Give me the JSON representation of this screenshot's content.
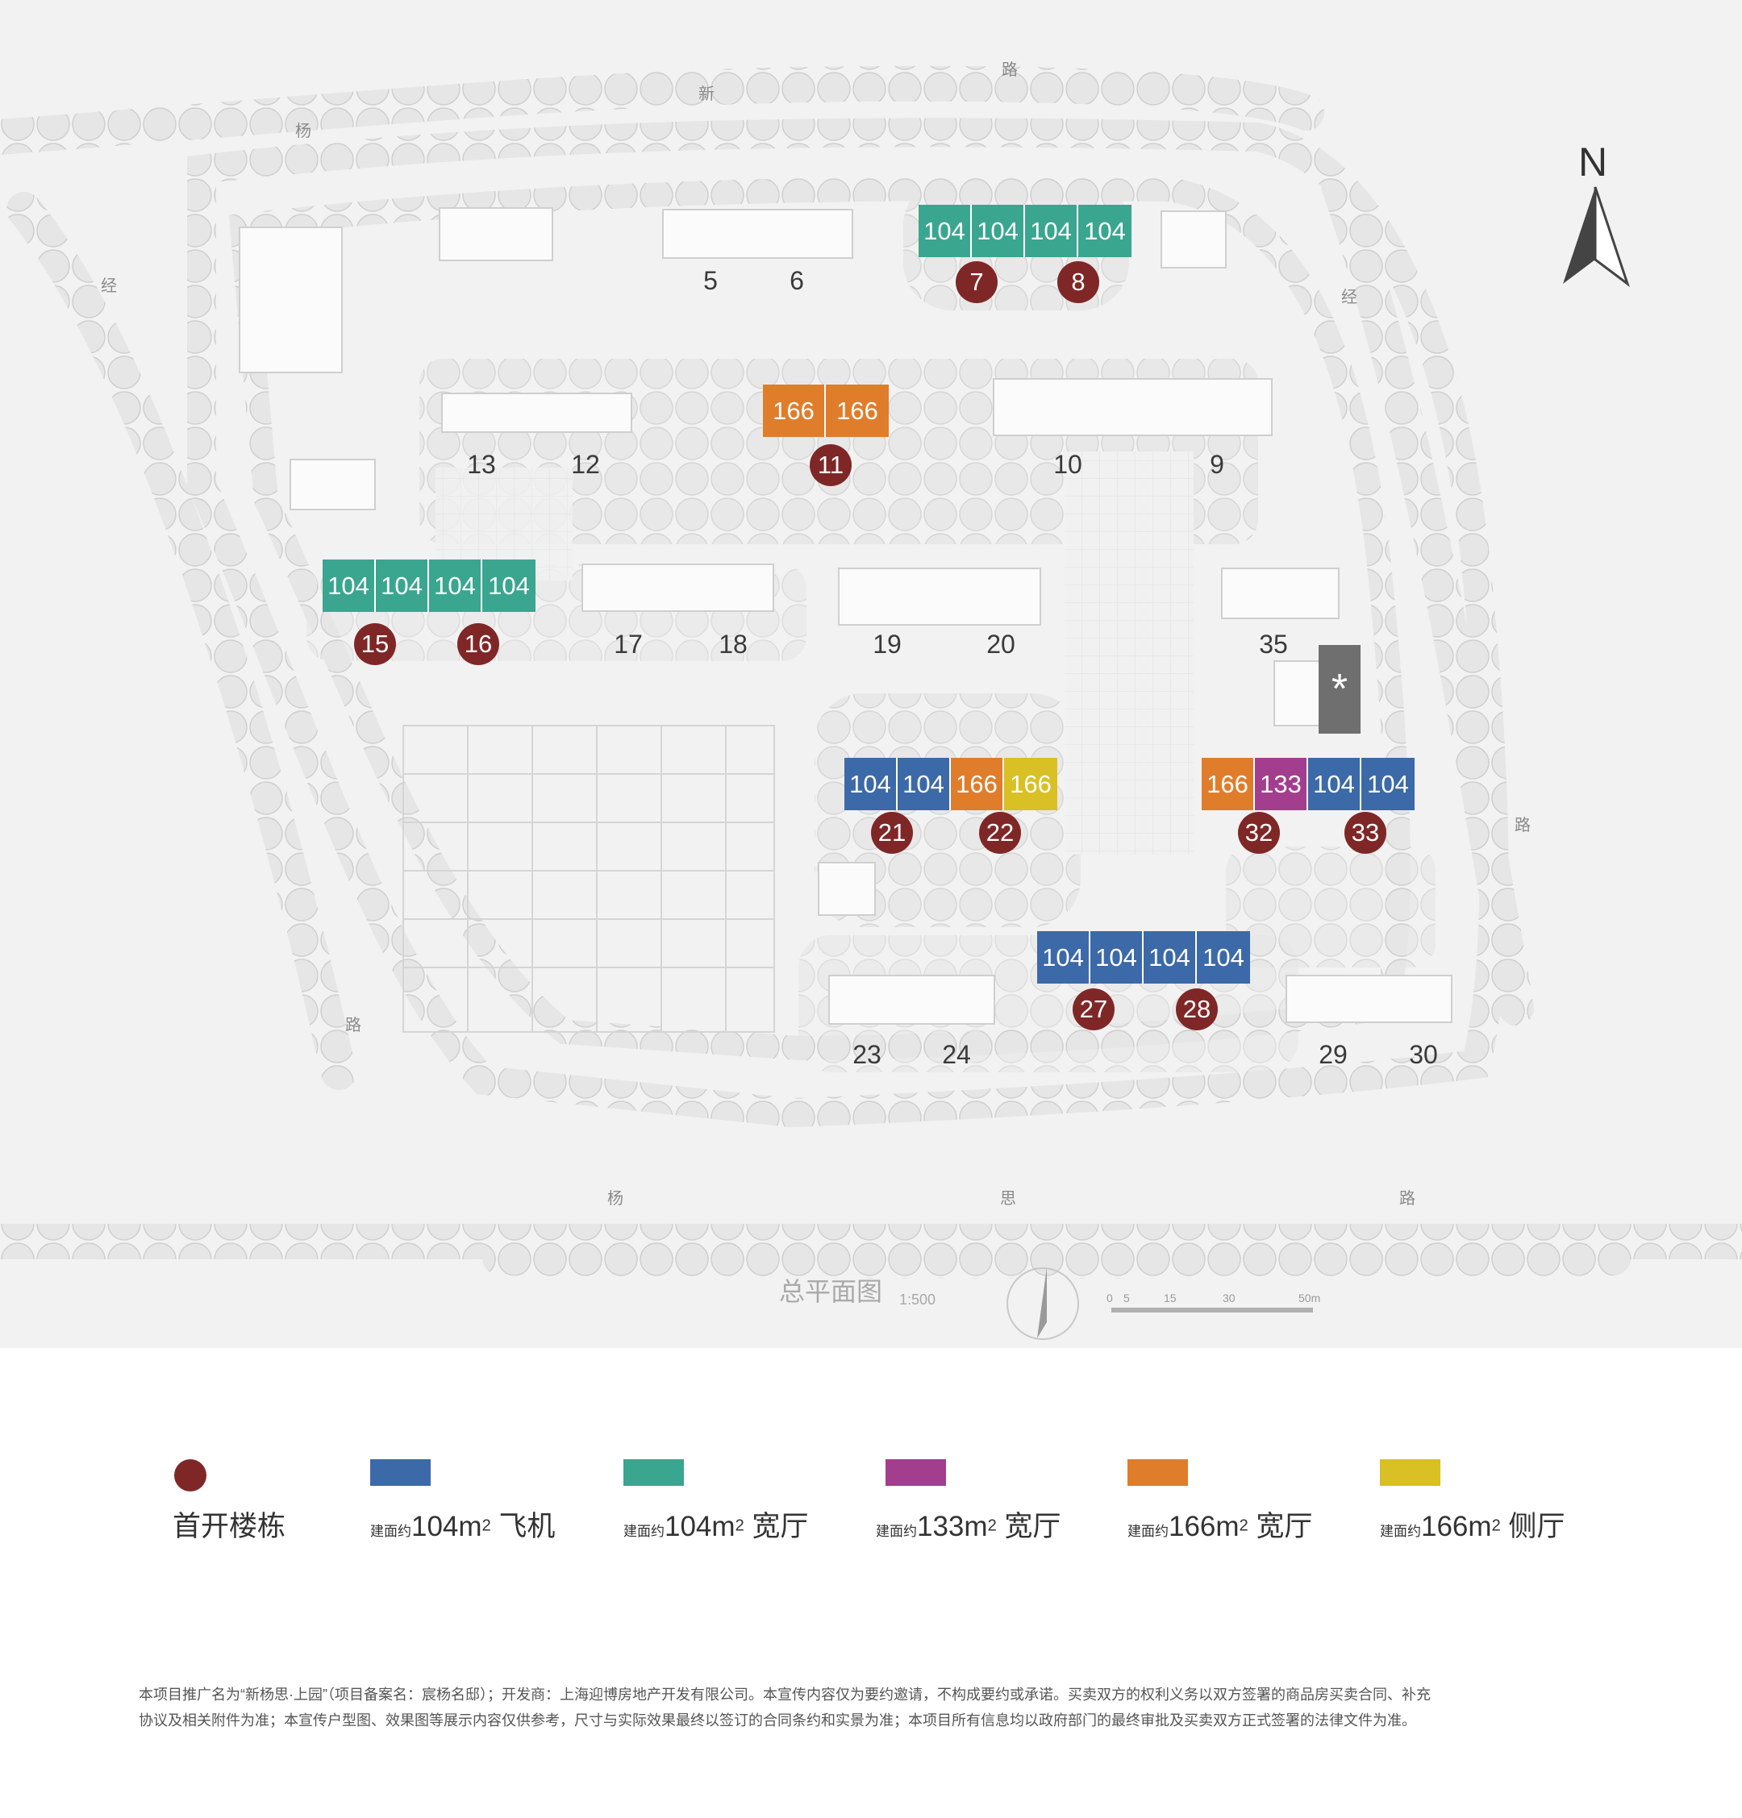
{
  "colors": {
    "first_open": "#7f2727",
    "plane_104": "#3c69a8",
    "wide_104": "#3aa68f",
    "wide_133": "#a33d8d",
    "wide_166": "#e07d2b",
    "side_166": "#d9c024",
    "gray_block": "#6f6f6f"
  },
  "map": {
    "north": "N",
    "title": "总平面图",
    "scale": "1:500",
    "scale_bar": [
      "0",
      "5",
      "15",
      "30",
      "50m"
    ],
    "roads": [
      {
        "id": "xin-north",
        "text": "新"
      },
      {
        "id": "lu-north",
        "text": "路"
      },
      {
        "id": "yang-north",
        "text": "杨"
      },
      {
        "id": "jing-west",
        "text": "经"
      },
      {
        "id": "jing-east",
        "text": "经"
      },
      {
        "id": "lu-east",
        "text": "路"
      },
      {
        "id": "lu-west",
        "text": "路"
      },
      {
        "id": "yang-south",
        "text": "杨"
      },
      {
        "id": "si-south",
        "text": "思"
      },
      {
        "id": "lu-south",
        "text": "路"
      }
    ],
    "gray_block_symbol": "*",
    "building_labels": [
      "5",
      "6",
      "13",
      "12",
      "10",
      "9",
      "17",
      "18",
      "19",
      "20",
      "35",
      "23",
      "24",
      "29",
      "30"
    ],
    "unit_groups": [
      {
        "id": "g7-8",
        "units": [
          {
            "label": "104",
            "type": "wide_104"
          },
          {
            "label": "104",
            "type": "wide_104"
          },
          {
            "label": "104",
            "type": "wide_104"
          },
          {
            "label": "104",
            "type": "wide_104"
          }
        ]
      },
      {
        "id": "g11",
        "units": [
          {
            "label": "166",
            "type": "wide_166"
          },
          {
            "label": "166",
            "type": "wide_166"
          }
        ]
      },
      {
        "id": "g15-16",
        "units": [
          {
            "label": "104",
            "type": "wide_104"
          },
          {
            "label": "104",
            "type": "wide_104"
          },
          {
            "label": "104",
            "type": "wide_104"
          },
          {
            "label": "104",
            "type": "wide_104"
          }
        ]
      },
      {
        "id": "g21-22",
        "units": [
          {
            "label": "104",
            "type": "plane_104"
          },
          {
            "label": "104",
            "type": "plane_104"
          },
          {
            "label": "166",
            "type": "wide_166"
          },
          {
            "label": "166",
            "type": "side_166"
          }
        ]
      },
      {
        "id": "g32-33",
        "units": [
          {
            "label": "166",
            "type": "wide_166"
          },
          {
            "label": "133",
            "type": "wide_133"
          },
          {
            "label": "104",
            "type": "plane_104"
          },
          {
            "label": "104",
            "type": "plane_104"
          }
        ]
      },
      {
        "id": "g27-28",
        "units": [
          {
            "label": "104",
            "type": "plane_104"
          },
          {
            "label": "104",
            "type": "plane_104"
          },
          {
            "label": "104",
            "type": "plane_104"
          },
          {
            "label": "104",
            "type": "plane_104"
          }
        ]
      }
    ],
    "first_open_markers": [
      "7",
      "8",
      "11",
      "15",
      "16",
      "21",
      "22",
      "32",
      "33",
      "27",
      "28"
    ]
  },
  "legend": [
    {
      "key": "first_open",
      "prefix": "",
      "main": "首开楼栋",
      "sup": "",
      "suffix": ""
    },
    {
      "key": "plane_104",
      "prefix": "建面约",
      "main": "104m",
      "sup": "2",
      "suffix": " 飞机"
    },
    {
      "key": "wide_104",
      "prefix": "建面约",
      "main": "104m",
      "sup": "2",
      "suffix": " 宽厅"
    },
    {
      "key": "wide_133",
      "prefix": "建面约",
      "main": "133m",
      "sup": "2",
      "suffix": " 宽厅"
    },
    {
      "key": "wide_166",
      "prefix": "建面约",
      "main": "166m",
      "sup": "2",
      "suffix": " 宽厅"
    },
    {
      "key": "side_166",
      "prefix": "建面约",
      "main": "166m",
      "sup": "2",
      "suffix": " 侧厅"
    }
  ],
  "disclaimer": [
    "本项目推广名为“新杨思·上园”（项目备案名：宸杨名邸）；开发商：上海迎博房地产开发有限公司。本宣传内容仅为要约邀请，不构成要约或承诺。买卖双方的权利义务以双方签署的商品房买卖合同、补充",
    "协议及相关附件为准；本宣传户型图、效果图等展示内容仅供参考，尺寸与实际效果最终以签订的合同条约和实景为准；本项目所有信息均以政府部门的最终审批及买卖双方正式签署的法律文件为准。"
  ]
}
